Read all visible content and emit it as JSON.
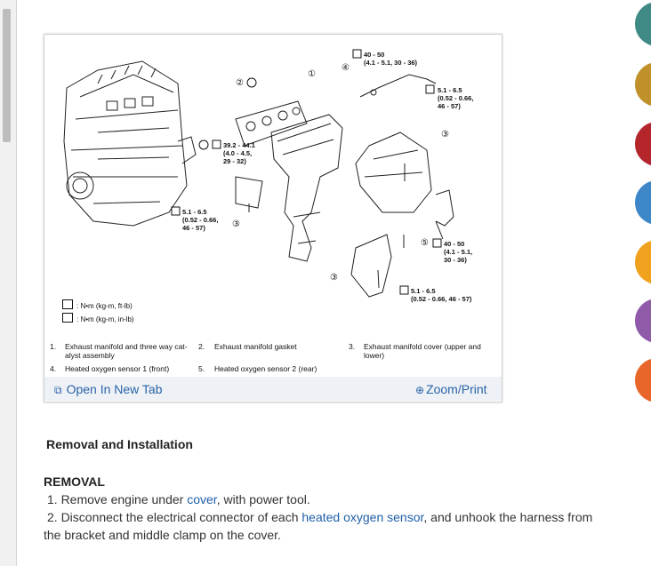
{
  "figure": {
    "torque_labels": {
      "t1": "40 - 50",
      "t1b": "(4.1 - 5.1, 30 - 36)",
      "t2": "5.1 - 6.5",
      "t2b": "(0.52 - 0.66,",
      "t2c": "46 - 57)",
      "t3": "39.2 - 44.1",
      "t3b": "(4.0 - 4.5,",
      "t3c": "29 - 32)",
      "t4": "5.1 - 6.5",
      "t4b": "(0.52 - 0.66,",
      "t4c": "46 - 57)",
      "t5": "40 - 50",
      "t5b": "(4.1 - 5.1,",
      "t5c": "30 - 36)",
      "t6": "5.1 - 6.5",
      "t6b": "(0.52 - 0.66, 46 - 57)"
    },
    "callouts": {
      "c1": "①",
      "c2": "②",
      "c3": "③",
      "c4": "④",
      "c5": "⑤"
    },
    "legend": [
      {
        "text": ": N•m (kg-m, ft-lb)"
      },
      {
        "text": ": N•m (kg-m, in-lb)"
      }
    ],
    "captions": [
      {
        "num": "1.",
        "text": "Exhaust manifold and three way cat-alyst assembly"
      },
      {
        "num": "2.",
        "text": "Exhaust manifold gasket"
      },
      {
        "num": "3.",
        "text": "Exhaust manifold cover (upper and lower)"
      },
      {
        "num": "4.",
        "text": "Heated oxygen sensor 1 (front)"
      },
      {
        "num": "5.",
        "text": "Heated oxygen sensor 2 (rear)"
      }
    ],
    "open_tab_label": "Open In New Tab",
    "zoom_label": "Zoom/Print"
  },
  "section_title": "Removal and Installation",
  "removal_heading": "REMOVAL",
  "steps": [
    {
      "pre": "1. Remove engine under ",
      "link": "cover",
      "post": ", with power tool."
    },
    {
      "pre": "2. Disconnect the electrical connector of each ",
      "link": "heated oxygen sensor",
      "post": ", and unhook the harness from the bracket and middle clamp on the cover."
    }
  ],
  "fab_colors": [
    "#3f8a84",
    "#c0902a",
    "#b5262c",
    "#3d87c9",
    "#f0a21f",
    "#8f5aa8",
    "#e8662a"
  ],
  "accent": "#2a64a8"
}
